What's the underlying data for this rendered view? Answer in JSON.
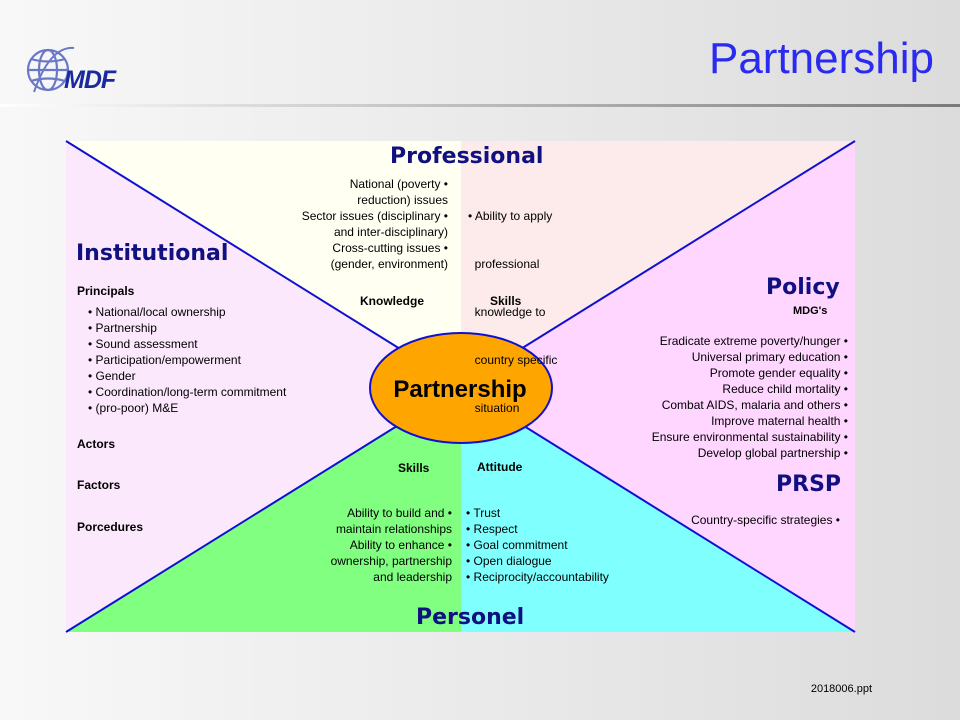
{
  "slide": {
    "title": "Partnership",
    "logo_text": "MDF",
    "footer": "2018006.ppt"
  },
  "diagram": {
    "center": "Partnership",
    "professional": {
      "heading": "Professional",
      "knowledge_label": "Knowledge",
      "skills_label": "Skills",
      "knowledge_items": [
        "National (poverty •",
        "reduction) issues",
        "Sector issues (disciplinary •",
        "and inter-disciplinary)",
        "Cross-cutting issues •",
        "(gender, environment)"
      ],
      "skills_items": [
        "• Ability to apply",
        "  professional",
        "  knowledge to",
        "  country specific",
        "  situation"
      ]
    },
    "institutional": {
      "heading": "Institutional",
      "principals_label": "Principals",
      "principals": [
        "• National/local ownership",
        "• Partnership",
        "• Sound assessment",
        "• Participation/empowerment",
        "• Gender",
        "• Coordination/long-term commitment",
        "• (pro-poor) M&E"
      ],
      "actors_label": "Actors",
      "factors_label": "Factors",
      "procedures_label": "Porcedures"
    },
    "policy": {
      "heading": "Policy",
      "mdg_label": "MDG's",
      "items": [
        "Eradicate extreme poverty/hunger •",
        "Universal primary education •",
        "Promote gender equality •",
        "Reduce child mortality •",
        "Combat AIDS, malaria and others •",
        "Improve maternal health •",
        "Ensure environmental sustainability •",
        "Develop global partnership •"
      ]
    },
    "prsp": {
      "heading": "PRSP",
      "item": "Country-specific strategies •"
    },
    "personel": {
      "heading": "Personel",
      "skills_label": "Skills",
      "attitude_label": "Attitude",
      "skills_items": [
        "Ability to build and •",
        "maintain relationships",
        "Ability to enhance •",
        "ownership, partnership",
        "and leadership"
      ],
      "attitude_items": [
        "• Trust",
        "• Respect",
        "• Goal commitment",
        "• Open dialogue",
        "• Reciprocity/accountability"
      ]
    },
    "colors": {
      "left_region": "#fce8fc",
      "top_left": "#fffff2",
      "top_right": "#fdeaea",
      "right_region": "#ffd6ff",
      "bottom_left": "#80ff80",
      "bottom_right": "#80ffff",
      "ellipse": "#ffa500",
      "lines": "#1010d0",
      "heading_text": "#101080",
      "title_text": "#2a2af0"
    }
  }
}
